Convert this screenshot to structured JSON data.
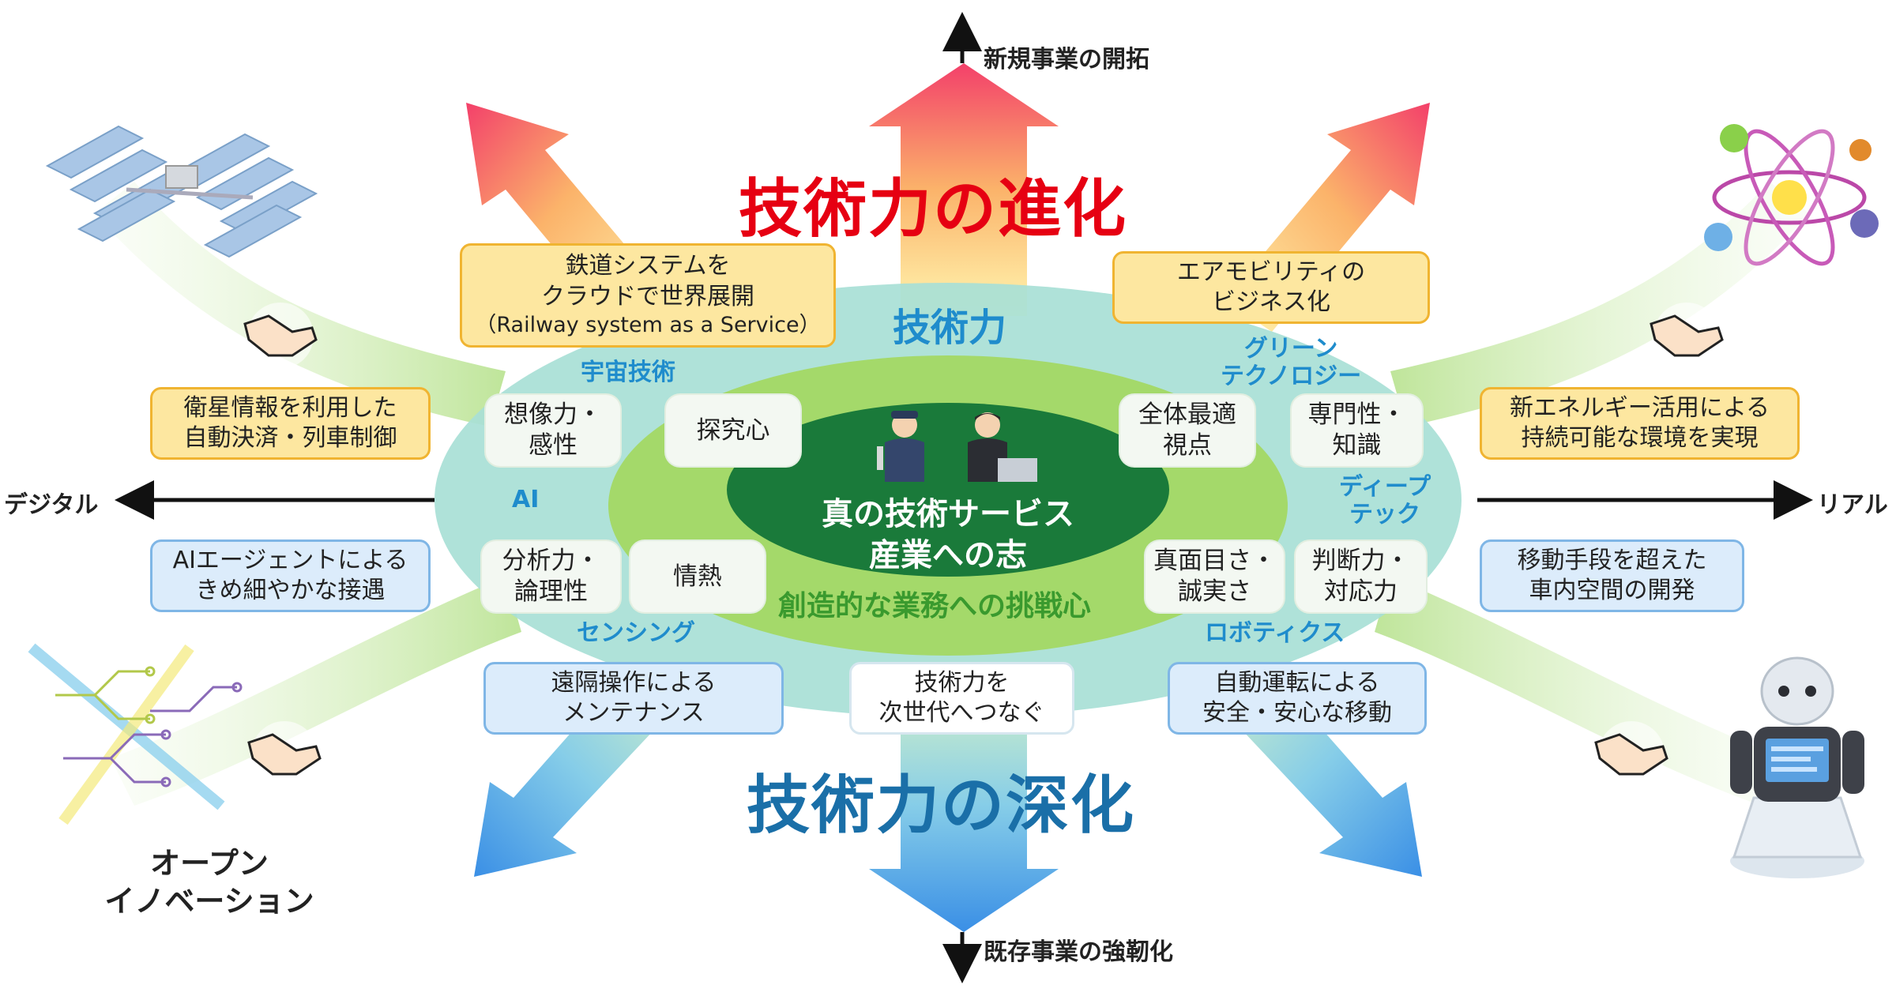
{
  "axes": {
    "top": "新規事業の開拓",
    "bottom": "既存事業の強靭化",
    "left": "デジタル",
    "right": "リアル"
  },
  "headlines": {
    "evolution": "技術力の進化",
    "deepening": "技術力の深化"
  },
  "ring": {
    "title": "技術力",
    "core_line1": "真の技術サービス",
    "core_line2": "産業への志",
    "challenge": "創造的な業務への挑戦心"
  },
  "technologies": {
    "space": "宇宙技術",
    "green_line1": "グリーン",
    "green_line2": "テクノロジー",
    "ai": "AI",
    "deeptech_line1": "ディープ",
    "deeptech_line2": "テック",
    "sensing": "センシング",
    "robotics": "ロボティクス"
  },
  "traits": {
    "imagination": [
      "想像力・",
      "感性"
    ],
    "curiosity": [
      "探究心"
    ],
    "holistic": [
      "全体最適",
      "視点"
    ],
    "expertise": [
      "専門性・",
      "知識"
    ],
    "analysis": [
      "分析力・",
      "論理性"
    ],
    "passion": [
      "情熱"
    ],
    "sincerity": [
      "真面目さ・",
      "誠実さ"
    ],
    "judgment": [
      "判断力・",
      "対応力"
    ]
  },
  "initiatives": {
    "railway_cloud": [
      "鉄道システムを",
      "クラウドで世界展開",
      "（Railway system as a Service）"
    ],
    "air_mobility": [
      "エアモビリティの",
      "ビジネス化"
    ],
    "satellite": [
      "衛星情報を利用した",
      "自動決済・列車制御"
    ],
    "new_energy": [
      "新エネルギー活用による",
      "持続可能な環境を実現"
    ],
    "ai_agent": [
      "AIエージェントによる",
      "きめ細やかな接遇"
    ],
    "cabin_space": [
      "移動手段を超えた",
      "車内空間の開発"
    ],
    "remote_ops": [
      "遠隔操作による",
      "メンテナンス"
    ],
    "next_gen": [
      "技術力を",
      "次世代へつなぐ"
    ],
    "autonomous": [
      "自動運転による",
      "安全・安心な移動"
    ]
  },
  "open_innovation": [
    "オープン",
    "イノベーション"
  ],
  "colors": {
    "evolution_red": "#e60012",
    "deepening_blue": "#1a6fa8",
    "outer_ring": "#a8dfd6",
    "middle_ring": "#a4d96a",
    "core": "#1a7a3a",
    "tech_blue": "#1f8ccc",
    "challenge_green": "#3a9a2e"
  },
  "icons": [
    "satellite-icon",
    "atom-icon",
    "circuit-icon",
    "robot-icon",
    "handshake-icon",
    "engineer-icon",
    "businessman-icon"
  ]
}
